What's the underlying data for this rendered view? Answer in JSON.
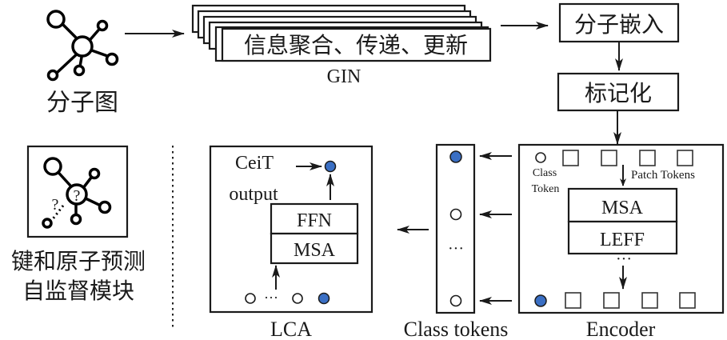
{
  "molecule_graph": {
    "label": "分子图"
  },
  "gin": {
    "box_text": "信息聚合、传递、更新",
    "label": "GIN"
  },
  "mol_embedding": {
    "label": "分子嵌入"
  },
  "tokenization": {
    "label": "标记化"
  },
  "encoder": {
    "label": "Encoder",
    "class_token_label_1": "Class",
    "class_token_label_2": "Token",
    "patch_tokens_label": "Patch Tokens",
    "block_top": "MSA",
    "block_bottom": "LEFF",
    "ellipsis": "···"
  },
  "class_tokens": {
    "label": "Class tokens",
    "ellipsis": "···"
  },
  "lca": {
    "label": "LCA",
    "output_label_1": "CeiT",
    "output_label_2": "output",
    "block_top": "FFN",
    "block_bottom": "MSA",
    "ellipsis": "···"
  },
  "ssl_module": {
    "label_line1": "键和原子预测",
    "label_line2": "自监督模块",
    "question_mark": "?"
  },
  "colors": {
    "accent": "#3a6fc4",
    "stroke": "#1a1a1a"
  }
}
